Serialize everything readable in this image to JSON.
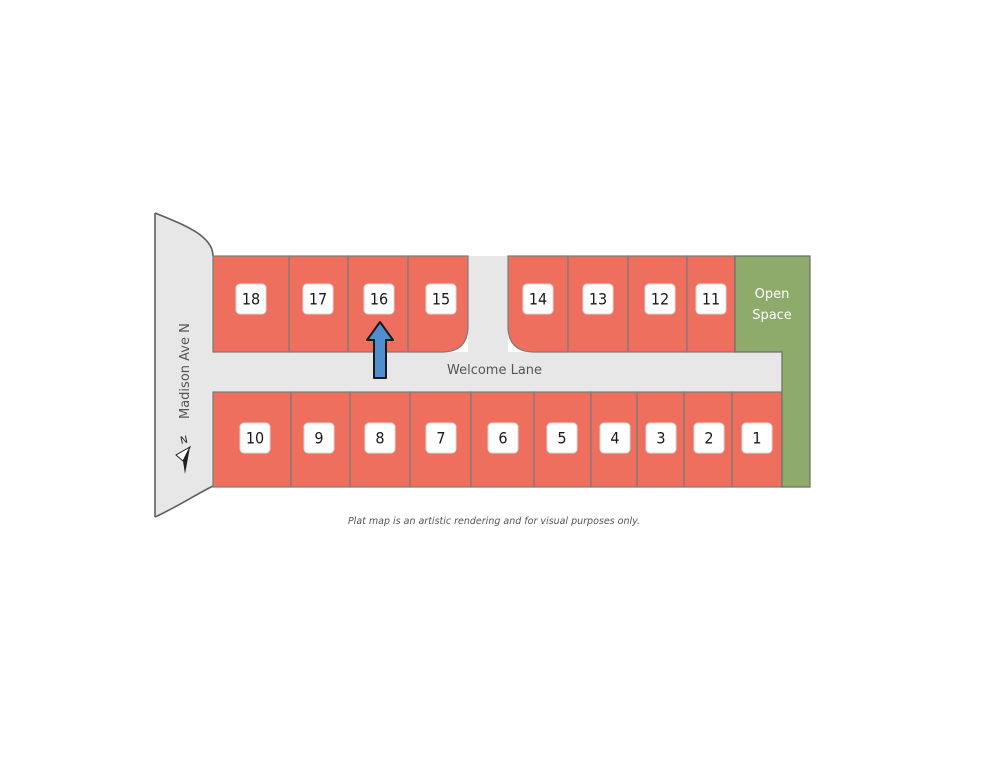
{
  "streets": {
    "main_road": "Madison Ave N",
    "lane": "Welcome Lane"
  },
  "compass": {
    "label": "N"
  },
  "open_space": {
    "line1": "Open",
    "line2": "Space"
  },
  "lots_top": [
    "18",
    "17",
    "16",
    "15",
    "14",
    "13",
    "12",
    "11"
  ],
  "lots_bottom": [
    "10",
    "9",
    "8",
    "7",
    "6",
    "5",
    "4",
    "3",
    "2",
    "1"
  ],
  "highlighted_lot": "16",
  "disclaimer": "Plat map is an artistic rendering and for visual purposes only.",
  "colors": {
    "lot_fill": "#ef6f5e",
    "open_space": "#8fab6b",
    "road": "#e7e7e7",
    "arrow": "#4f8fd0"
  }
}
